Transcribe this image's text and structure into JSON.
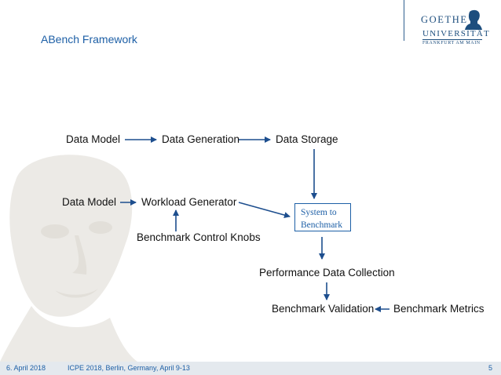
{
  "header": {
    "title": "ABench Framework",
    "logo": {
      "line1": "GOETHE",
      "line2": "UNIVERSITÄT",
      "line3": "FRANKFURT AM MAIN"
    }
  },
  "diagram": {
    "nodes": {
      "data_model_1": "Data Model",
      "data_generation": "Data Generation",
      "data_storage": "Data Storage",
      "data_model_2": "Data Model",
      "workload_generator": "Workload Generator",
      "benchmark_control_knobs": "Benchmark Control Knobs",
      "system_to_benchmark": "System to\nBenchmark",
      "performance_data_collection": "Performance Data Collection",
      "benchmark_validation": "Benchmark Validation",
      "benchmark_metrics": "Benchmark Metrics"
    },
    "colors": {
      "arrow": "#1d4e8e",
      "accent": "#1d5fa6",
      "footer_bg": "#e4e9ee"
    }
  },
  "footer": {
    "date": "6. April 2018",
    "event": "ICPE 2018, Berlin, Germany, April 9-13",
    "page": "5"
  }
}
